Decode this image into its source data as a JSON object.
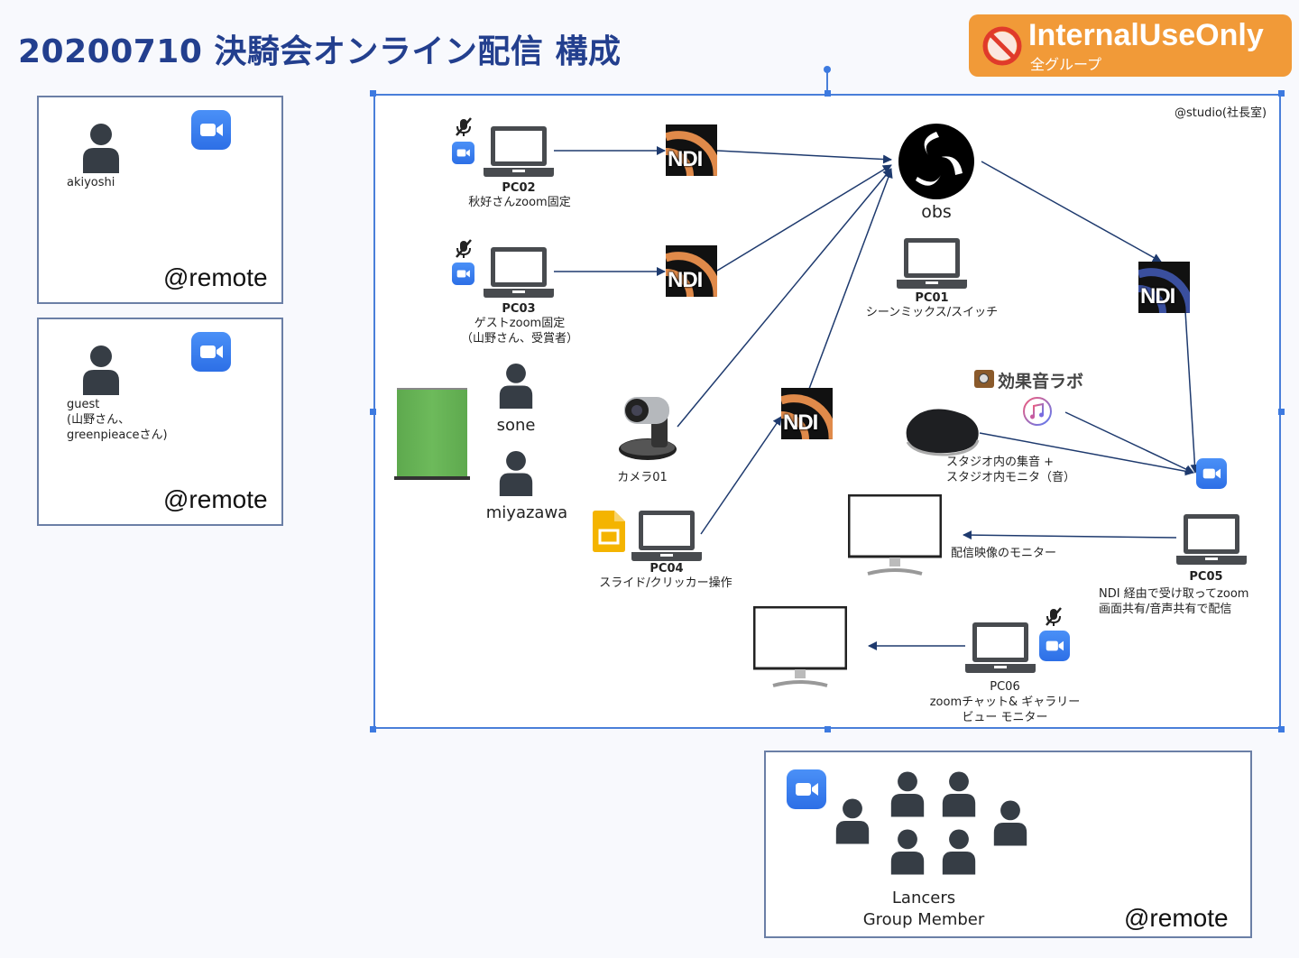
{
  "title": "20200710 決騎会オンライン配信 構成",
  "badge": {
    "main": "InternalUseOnly",
    "sub": "全グループ",
    "icon": "no-entry-icon",
    "color": "#f19a38"
  },
  "remote_boxes": [
    {
      "person": "akiyoshi",
      "location": "@remote",
      "icon": "zoom-icon"
    },
    {
      "person": "guest\n(山野さん、\ngreenpieaceさん)",
      "person_lines": [
        "guest",
        "(山野さん、",
        "greenpieaceさん)"
      ],
      "location": "@remote",
      "icon": "zoom-icon"
    }
  ],
  "studio": {
    "label": "@studio(社長室)",
    "nodes": {
      "pc02": {
        "name": "PC02",
        "desc": "秋好さんzoom固定"
      },
      "pc03": {
        "name": "PC03",
        "desc_lines": [
          "ゲストzoom固定",
          "（山野さん、受賞者）"
        ]
      },
      "pc01": {
        "name": "PC01",
        "desc": "シーンミックス/スイッチ"
      },
      "obs": {
        "name": "obs"
      },
      "ndi": {
        "label": "NDI"
      },
      "camera": {
        "name": "カメラ01"
      },
      "pc04": {
        "name": "PC04",
        "desc": "スライド/クリッカー操作"
      },
      "sone": {
        "name": "sone"
      },
      "miyazawa": {
        "name": "miyazawa"
      },
      "sfx": {
        "name": "効果音ラボ"
      },
      "speaker": {
        "desc_lines": [
          "スタジオ内の集音 +",
          "スタジオ内モニタ（音）"
        ]
      },
      "pc05": {
        "name": "PC05",
        "desc_lines": [
          "NDI 経由で受け取ってzoom",
          "画面共有/音声共有で配信"
        ]
      },
      "monitor1": {
        "desc": "配信映像のモニター"
      },
      "pc06": {
        "name": "PC06",
        "desc_lines": [
          "zoomチャット& ギャラリー",
          "ビュー モニター"
        ]
      }
    }
  },
  "group_box": {
    "name_lines": [
      "Lancers",
      "Group Member"
    ],
    "location": "@remote",
    "member_count": 6
  },
  "colors": {
    "title": "#233f8e",
    "arrow": "#1e3a6e",
    "frame": "#4a7fd9",
    "person": "#363d45",
    "zoom": "#2d8cff",
    "ndi_orange": "#e08a4a",
    "ndi_blue": "#3a4f9e"
  }
}
